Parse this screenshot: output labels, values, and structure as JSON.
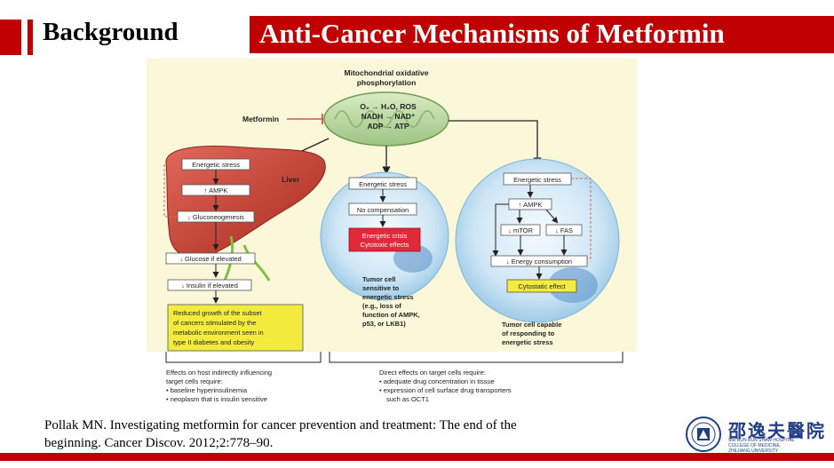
{
  "header": {
    "section": "Background",
    "title": "Anti-Cancer Mechanisms of Metformin"
  },
  "figure": {
    "mito_title_1": "Mitochondrial oxidative",
    "mito_title_2": "phosphorylation",
    "mito_line_1": "O₂ → H₂O, ROS",
    "mito_line_2": "NADH → NAD⁺",
    "mito_line_3": "ADP → ATP",
    "metformin": "Metformin",
    "liver": {
      "label": "Liver",
      "box1": "Energetic stress",
      "box2": "↑ AMPK",
      "box3": "↓ Gluconeogenesis",
      "box4": "↓ Glucose if elevated",
      "box5": "↓ Insulin if elevated",
      "yellow_1": "Reduced growth of the subset",
      "yellow_2": "of cancers stimulated by the",
      "yellow_3": "metabolic environment seen in",
      "yellow_4": "type II diabetes and obesity"
    },
    "cell_sensitive": {
      "box1": "Energetic stress",
      "box2": "No compensation",
      "red_1": "Energetic crisis",
      "red_2": "Cytotoxic effects",
      "caption_1": "Tumor cell",
      "caption_2": "sensitive to",
      "caption_3": "energetic stress",
      "caption_4": "(e.g., loss of",
      "caption_5": "function of AMPK,",
      "caption_6": "p53, or LKB1)"
    },
    "cell_responding": {
      "box1": "Energetic stress",
      "box2": "↑ AMPK",
      "box3": "↓ mTOR",
      "box4": "↓ FAS",
      "box5": "↓ Energy consumption",
      "yellow": "Cytostatic effect",
      "caption_1": "Tumor cell capable",
      "caption_2": "of responding to",
      "caption_3": "energetic stress"
    },
    "host_note": {
      "line1": "Effects on host indirectly influencing",
      "line2": "target cells require:",
      "line3": "• baseline hyperinsulinemia",
      "line4": "• neoplasm that is insulin sensitive"
    },
    "direct_note": {
      "line1": "Direct effects on target cells require:",
      "line2": "• adequate drug concentration in tissue",
      "line3": "• expression of cell surface drug transporters",
      "line4": "such as OCT1"
    }
  },
  "citation": {
    "line1": "Pollak MN. Investigating metformin for cancer prevention and treatment: The end of the",
    "line2": "beginning. Cancer Discov. 2012;2:778–90."
  },
  "logo": {
    "chinese": "邵逸夫醫院",
    "english_1": "SIR RUN RUN SHAW HOSPITAL",
    "english_2": "COLLEGE OF MEDICINE,",
    "english_3": "ZHEJIANG UNIVERSITY"
  },
  "colors": {
    "brand_red": "#c00000",
    "figure_bg": "#fbf7d9",
    "cell_blue": "#cfe6f5",
    "liver_red": "#c0392b",
    "crisis_red": "#e0293b",
    "note_yellow": "#f3ec3e"
  }
}
